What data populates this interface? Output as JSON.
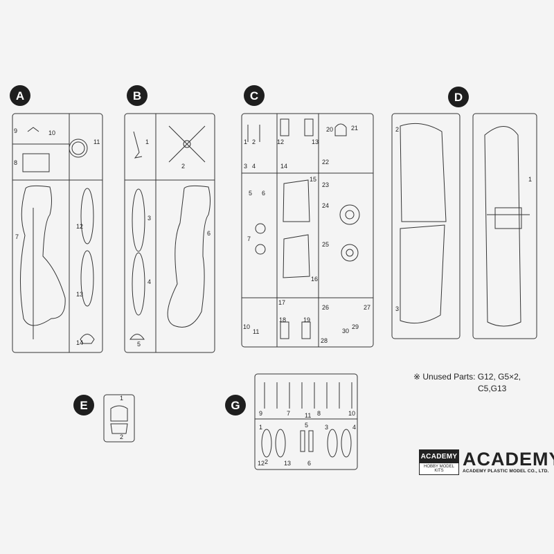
{
  "sprues": [
    {
      "letter": "A",
      "parts": [
        "9",
        "10",
        "11",
        "8",
        "7",
        "12",
        "13",
        "14"
      ]
    },
    {
      "letter": "B",
      "parts": [
        "1",
        "2",
        "3",
        "4",
        "5",
        "6"
      ]
    },
    {
      "letter": "C",
      "parts": [
        "1",
        "2",
        "12",
        "13",
        "20",
        "21",
        "3",
        "4",
        "14",
        "22",
        "23",
        "5",
        "6",
        "15",
        "24",
        "7",
        "25",
        "16",
        "17",
        "26",
        "27",
        "18",
        "19",
        "10",
        "11",
        "28",
        "29",
        "30"
      ]
    },
    {
      "letter": "D",
      "parts": [
        "2",
        "1",
        "3"
      ]
    },
    {
      "letter": "E",
      "parts": [
        "1",
        "2"
      ]
    },
    {
      "letter": "G",
      "parts": [
        "9",
        "7",
        "11",
        "8",
        "10",
        "1",
        "5",
        "3",
        "4",
        "2",
        "6",
        "12",
        "13"
      ]
    }
  ],
  "unused": {
    "line1": "※ Unused Parts: G12, G5×2,",
    "line2": "C5,G13"
  },
  "logo": {
    "box_top": "ACADEMY",
    "box_bottom": "HOBBY MODEL KITS",
    "brand": "ACADEMY",
    "brand_sub": "ACADEMY PLASTIC MODEL CO., LTD."
  }
}
